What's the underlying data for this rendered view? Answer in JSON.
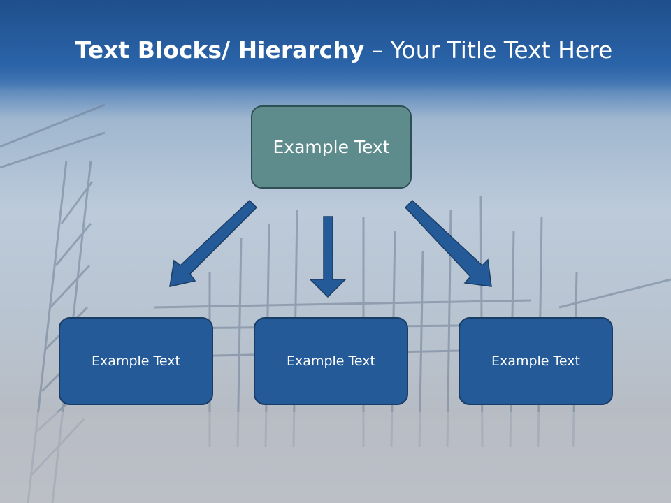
{
  "slide": {
    "title_bold": "Text Blocks/ Hierarchy",
    "title_regular": " – Your Title Text Here"
  },
  "diagram": {
    "top": {
      "label": "Example Text"
    },
    "children": [
      {
        "label": "Example Text"
      },
      {
        "label": "Example Text"
      },
      {
        "label": "Example Text"
      }
    ]
  },
  "colors": {
    "title_band": "#2a63a8",
    "top_box_fill": "#5e8c8c",
    "child_box_fill": "#255a98",
    "arrow_fill": "#255a98"
  }
}
